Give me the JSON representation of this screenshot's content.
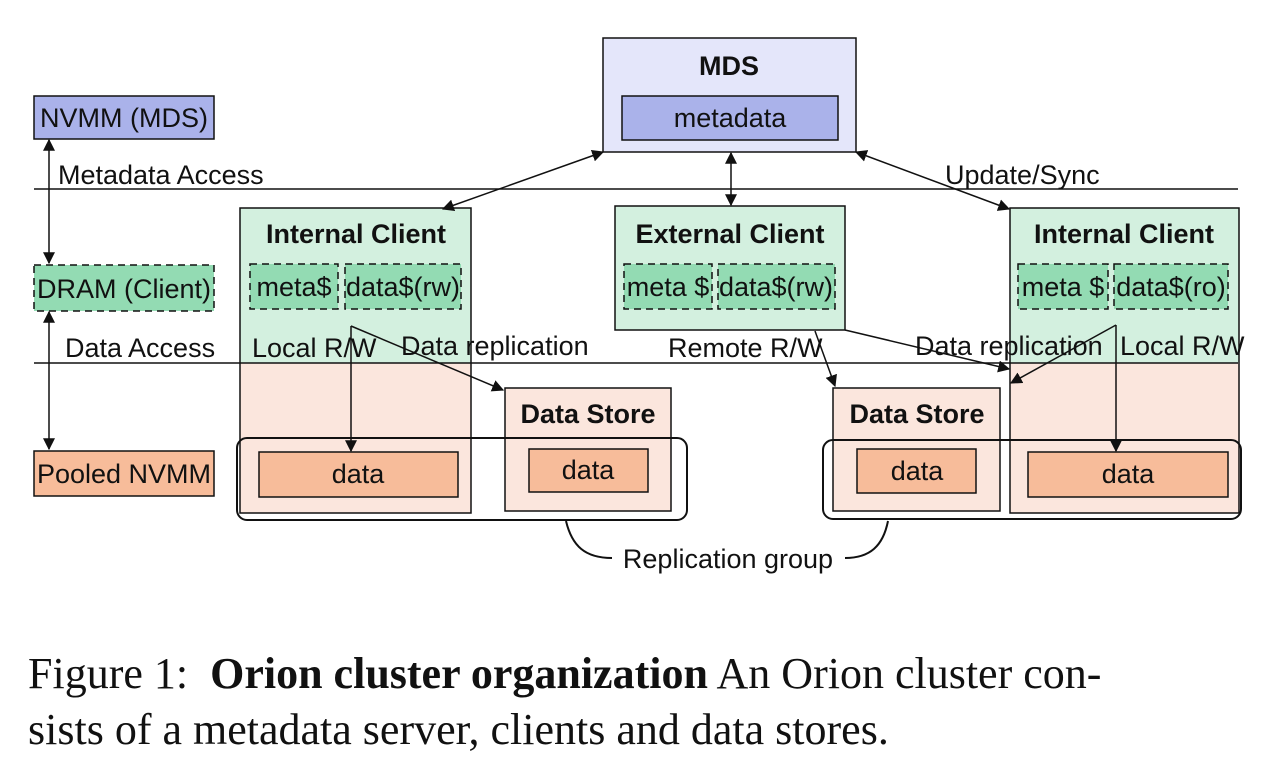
{
  "diagram": {
    "tiers": {
      "nvmm_mds": "NVMM (MDS)",
      "dram_client": "DRAM (Client)",
      "pooled_nvmm": "Pooled NVMM"
    },
    "access_labels": {
      "metadata_access": "Metadata Access",
      "data_access": "Data Access",
      "update_sync": "Update/Sync"
    },
    "mds": {
      "title": "MDS",
      "metadata": "metadata"
    },
    "internal_client_left": {
      "title": "Internal Client",
      "meta_cache": "meta$",
      "data_cache": "data$(rw)",
      "local_rw": "Local R/W",
      "data_replication": "Data replication",
      "data": "data"
    },
    "external_client": {
      "title": "External Client",
      "meta_cache": "meta $",
      "data_cache": "data$(rw)",
      "remote_rw": "Remote R/W"
    },
    "internal_client_right": {
      "title": "Internal Client",
      "meta_cache": "meta $",
      "data_cache": "data$(ro)",
      "local_rw": "Local R/W",
      "data_replication": "Data replication",
      "data": "data"
    },
    "data_store_left": {
      "title": "Data Store",
      "data": "data"
    },
    "data_store_right": {
      "title": "Data Store",
      "data": "data"
    },
    "replication_group": "Replication group",
    "colors": {
      "mds_fill": "#e4e6fa",
      "mds_inner": "#aab2ea",
      "client_fill": "#d3f0df",
      "cache_fill": "#93dbb3",
      "store_fill": "#fbe6dd",
      "data_fill": "#f7bc9a"
    }
  },
  "caption": {
    "prefix": "Figure 1:",
    "bold": "Orion cluster organization",
    "line1_rest": "An Orion cluster con-",
    "line2": "sists of a metadata server, clients and data stores."
  }
}
